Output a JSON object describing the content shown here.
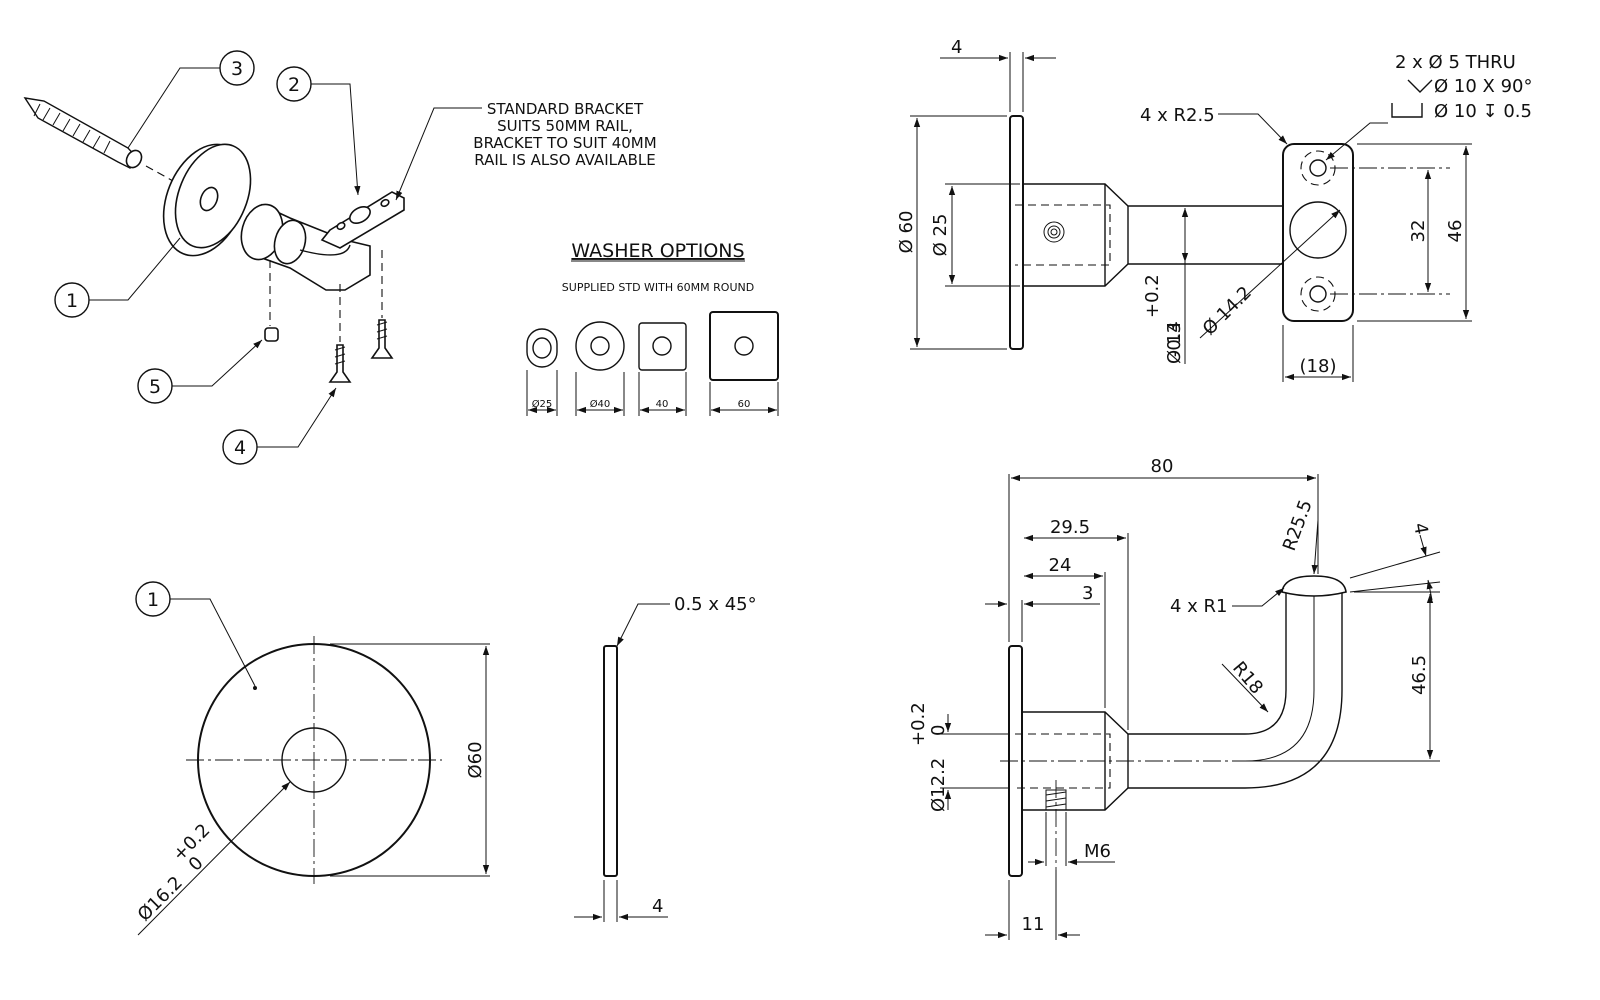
{
  "exploded_view": {
    "balloons": [
      "1",
      "2",
      "3",
      "4",
      "5"
    ],
    "note_lines": [
      "STANDARD BRACKET",
      "SUITS 50MM RAIL,",
      "BRACKET TO SUIT 40MM",
      "RAIL IS ALSO AVAILABLE"
    ]
  },
  "washer_options": {
    "title": "WASHER OPTIONS",
    "subtitle": "SUPPLIED STD WITH 60MM ROUND",
    "sizes": [
      "Ø25",
      "Ø40",
      "40",
      "60"
    ]
  },
  "top_view": {
    "dims": {
      "thickness": "4",
      "plate_dia": "Ø 60",
      "boss_dia": "Ø 25",
      "corner_radius": "4 x R2.5",
      "hole_spacing": "32",
      "plate_length": "46",
      "plate_width": "(18)",
      "tube_dia": "Ø 14.2",
      "stem_dia": "Ø 14",
      "tol_plus": "+0.2",
      "tol_minus": "-0.3"
    },
    "hole_callout": {
      "line1": "2 x Ø 5 THRU",
      "line2": "Ø 10 X 90°",
      "line3": "Ø 10 ↧ 0.5"
    }
  },
  "washer_detail": {
    "balloon": "1",
    "outer_dia": "Ø60",
    "bore_dia": "Ø16.2",
    "tol_plus": "+0.2",
    "tol_zero": "0",
    "chamfer": "0.5 x 45°",
    "thickness": "4"
  },
  "side_view": {
    "dims": {
      "overall": "80",
      "d29": "29.5",
      "d24": "24",
      "d3": "3",
      "r_bend": "R25.5",
      "r18": "R18",
      "r1": "4 x R1",
      "plate_t": "4",
      "height": "46.5",
      "bore": "Ø12.2",
      "tol_plus": "+0.2",
      "tol_zero": "0",
      "thread": "M6",
      "d11": "11"
    }
  }
}
